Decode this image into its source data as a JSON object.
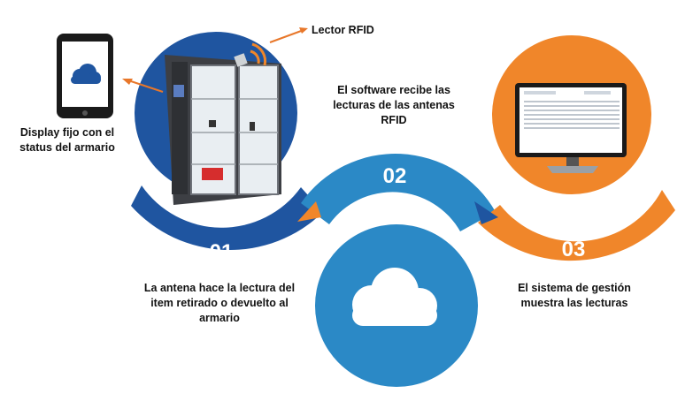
{
  "labels": {
    "lector_rfid": "Lector RFID",
    "display": "Display fijo con el status del armario",
    "software": "El software recibe las lecturas de las antenas RFID",
    "antena": "La antena hace la lectura del item retirado o devuelto al armario",
    "sistema": "El sistema de gestión muestra las lecturas"
  },
  "steps": [
    {
      "number": "01",
      "color": "#1f55a0"
    },
    {
      "number": "02",
      "color": "#2b89c6"
    },
    {
      "number": "03",
      "color": "#f0862a"
    }
  ],
  "icons": {
    "tablet": "tablet-cloud-icon",
    "cabinet": "rfid-cabinet-image",
    "monitor": "desktop-monitor-icon",
    "cloud": "cloud-icon"
  },
  "colors": {
    "blue_dark": "#1f55a0",
    "blue_light": "#2b89c6",
    "orange": "#f0862a",
    "arrow": "#e8772a"
  }
}
